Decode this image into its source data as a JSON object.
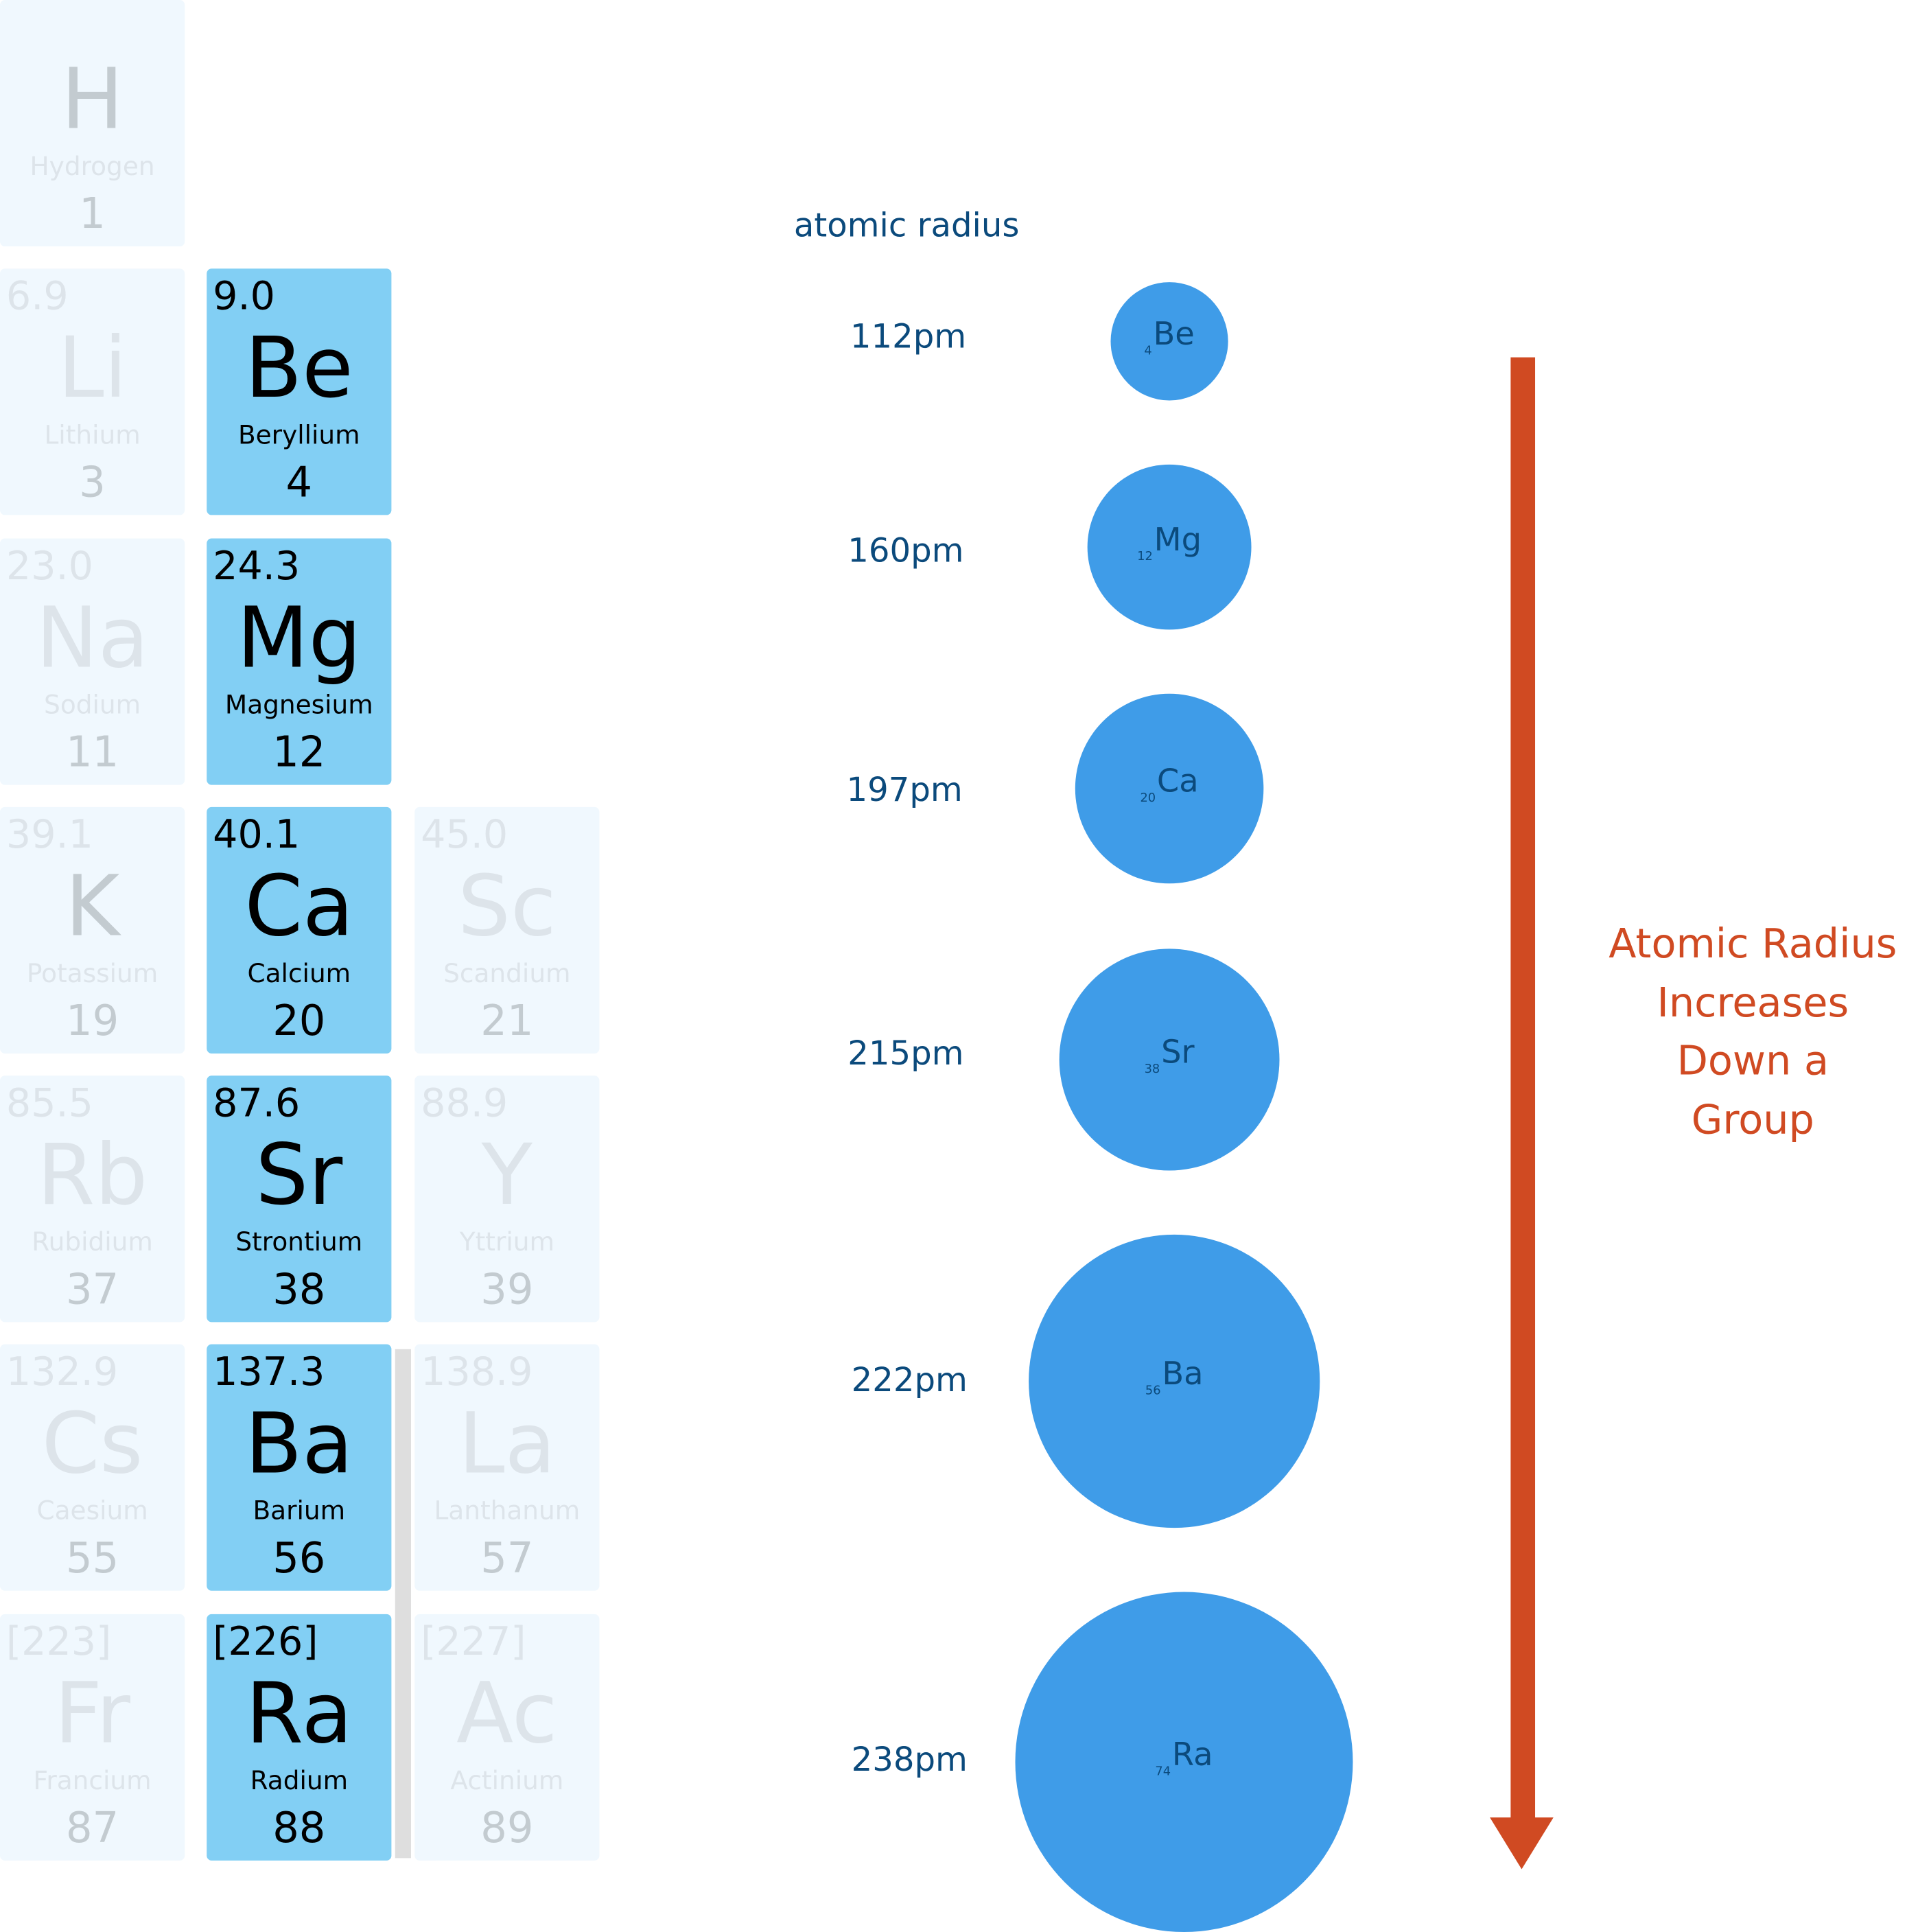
{
  "tiles": [
    {
      "mass": "",
      "symbol": "H",
      "name": "Hydrogen",
      "number": "1"
    },
    {
      "mass": "6.9",
      "symbol": "Li",
      "name": "Lithium",
      "number": "3"
    },
    {
      "mass": "9.0",
      "symbol": "Be",
      "name": "Beryllium",
      "number": "4"
    },
    {
      "mass": "23.0",
      "symbol": "Na",
      "name": "Sodium",
      "number": "11"
    },
    {
      "mass": "24.3",
      "symbol": "Mg",
      "name": "Magnesium",
      "number": "12"
    },
    {
      "mass": "39.1",
      "symbol": "K",
      "name": "Potassium",
      "number": "19"
    },
    {
      "mass": "40.1",
      "symbol": "Ca",
      "name": "Calcium",
      "number": "20"
    },
    {
      "mass": "45.0",
      "symbol": "Sc",
      "name": "Scandium",
      "number": "21"
    },
    {
      "mass": "85.5",
      "symbol": "Rb",
      "name": "Rubidium",
      "number": "37"
    },
    {
      "mass": "87.6",
      "symbol": "Sr",
      "name": "Strontium",
      "number": "38"
    },
    {
      "mass": "88.9",
      "symbol": "Y",
      "name": "Yttrium",
      "number": "39"
    },
    {
      "mass": "132.9",
      "symbol": "Cs",
      "name": "Caesium",
      "number": "55"
    },
    {
      "mass": "137.3",
      "symbol": "Ba",
      "name": "Barium",
      "number": "56"
    },
    {
      "mass": "138.9",
      "symbol": "La",
      "name": "Lanthanum",
      "number": "57"
    },
    {
      "mass": "[223]",
      "symbol": "Fr",
      "name": "Francium",
      "number": "87"
    },
    {
      "mass": "[226]",
      "symbol": "Ra",
      "name": "Radium",
      "number": "88"
    },
    {
      "mass": "[227]",
      "symbol": "Ac",
      "name": "Actinium",
      "number": "89"
    }
  ],
  "radius": {
    "heading": "atomic radius",
    "items": [
      {
        "label": "112pm",
        "symbol": "Be",
        "z": "4"
      },
      {
        "label": "160pm",
        "symbol": "Mg",
        "z": "12"
      },
      {
        "label": "197pm",
        "symbol": "Ca",
        "z": "20"
      },
      {
        "label": "215pm",
        "symbol": "Sr",
        "z": "38"
      },
      {
        "label": "222pm",
        "symbol": "Ba",
        "z": "56"
      },
      {
        "label": "238pm",
        "symbol": "Ra",
        "z": "74"
      }
    ]
  },
  "trend": {
    "lines": [
      "Atomic Radius",
      "Increases",
      "Down a",
      "Group"
    ]
  },
  "colors": {
    "highlight": "#82cff4",
    "ghost": "#f0f8fe",
    "circle": "#3f9ce8",
    "arrow": "#d04a22",
    "label": "#0b4a7c"
  }
}
